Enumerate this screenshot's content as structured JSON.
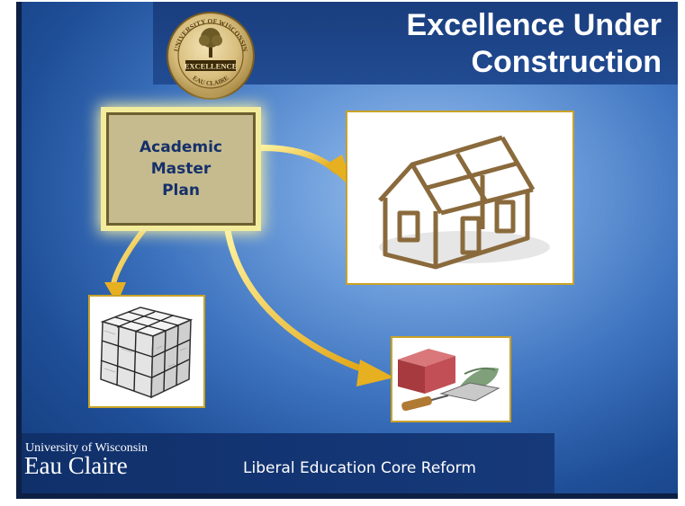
{
  "title": {
    "line1": "Excellence Under",
    "line2": "Construction"
  },
  "seal": {
    "top_text": "UNIVERSITY OF WISCONSIN",
    "center_text": "EXCELLENCE",
    "bottom_text": "EAU CLAIRE"
  },
  "center_box": {
    "line1": "Academic",
    "line2": "Master",
    "line3": "Plan"
  },
  "footer": {
    "university_line1": "University of Wisconsin",
    "university_line2": "Eau Claire",
    "caption": "Liberal Education Core Reform"
  },
  "icons": {
    "house": "house-frame-icon",
    "cube": "document-cube-icon",
    "tools": "brick-trowel-icon"
  },
  "colors": {
    "title_bar": "#1a3e7e",
    "box_fill": "#c6bb8e",
    "box_glow": "#f3ec9c",
    "box_text": "#15306a",
    "arrow": "#e6b020",
    "photo_border": "#c9a227"
  }
}
